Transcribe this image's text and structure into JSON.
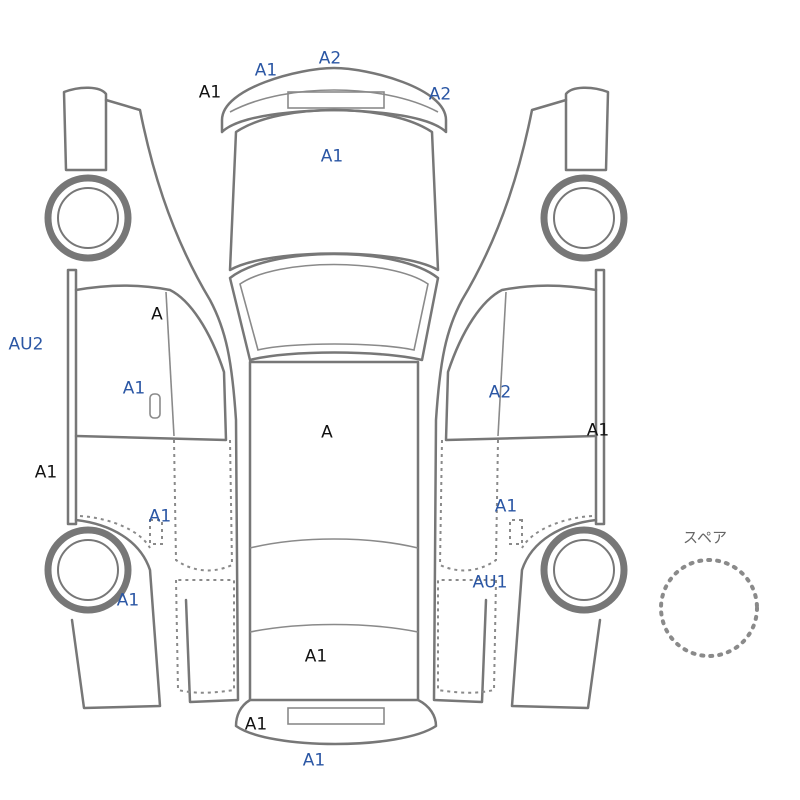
{
  "colors": {
    "blue": "#2a56a4",
    "black": "#111111",
    "outline": "#777777"
  },
  "spare_label": "スペア",
  "labels": [
    {
      "id": "roof-front-left-corner",
      "text": "A1",
      "color": "black"
    },
    {
      "id": "front-bumper-left",
      "text": "A1",
      "color": "blue"
    },
    {
      "id": "front-bumper-center",
      "text": "A2",
      "color": "blue"
    },
    {
      "id": "front-bumper-right",
      "text": "A2",
      "color": "blue"
    },
    {
      "id": "hood",
      "text": "A1",
      "color": "blue"
    },
    {
      "id": "left-quarter-upper",
      "text": "A",
      "color": "black"
    },
    {
      "id": "left-side-far",
      "text": "AU2",
      "color": "blue"
    },
    {
      "id": "left-front-door",
      "text": "A1",
      "color": "blue"
    },
    {
      "id": "roof",
      "text": "A",
      "color": "black"
    },
    {
      "id": "right-front-door",
      "text": "A2",
      "color": "blue"
    },
    {
      "id": "right-side-rail",
      "text": "A1",
      "color": "black"
    },
    {
      "id": "left-sill",
      "text": "A1",
      "color": "black"
    },
    {
      "id": "left-rear-door",
      "text": "A1",
      "color": "blue"
    },
    {
      "id": "right-rear-door",
      "text": "A1",
      "color": "blue"
    },
    {
      "id": "left-rear-fender",
      "text": "A1",
      "color": "blue"
    },
    {
      "id": "right-rear-fender",
      "text": "AU1",
      "color": "blue"
    },
    {
      "id": "trunk",
      "text": "A1",
      "color": "black"
    },
    {
      "id": "rear-bumper-left",
      "text": "A1",
      "color": "black"
    },
    {
      "id": "rear-bumper-center",
      "text": "A1",
      "color": "blue"
    }
  ]
}
